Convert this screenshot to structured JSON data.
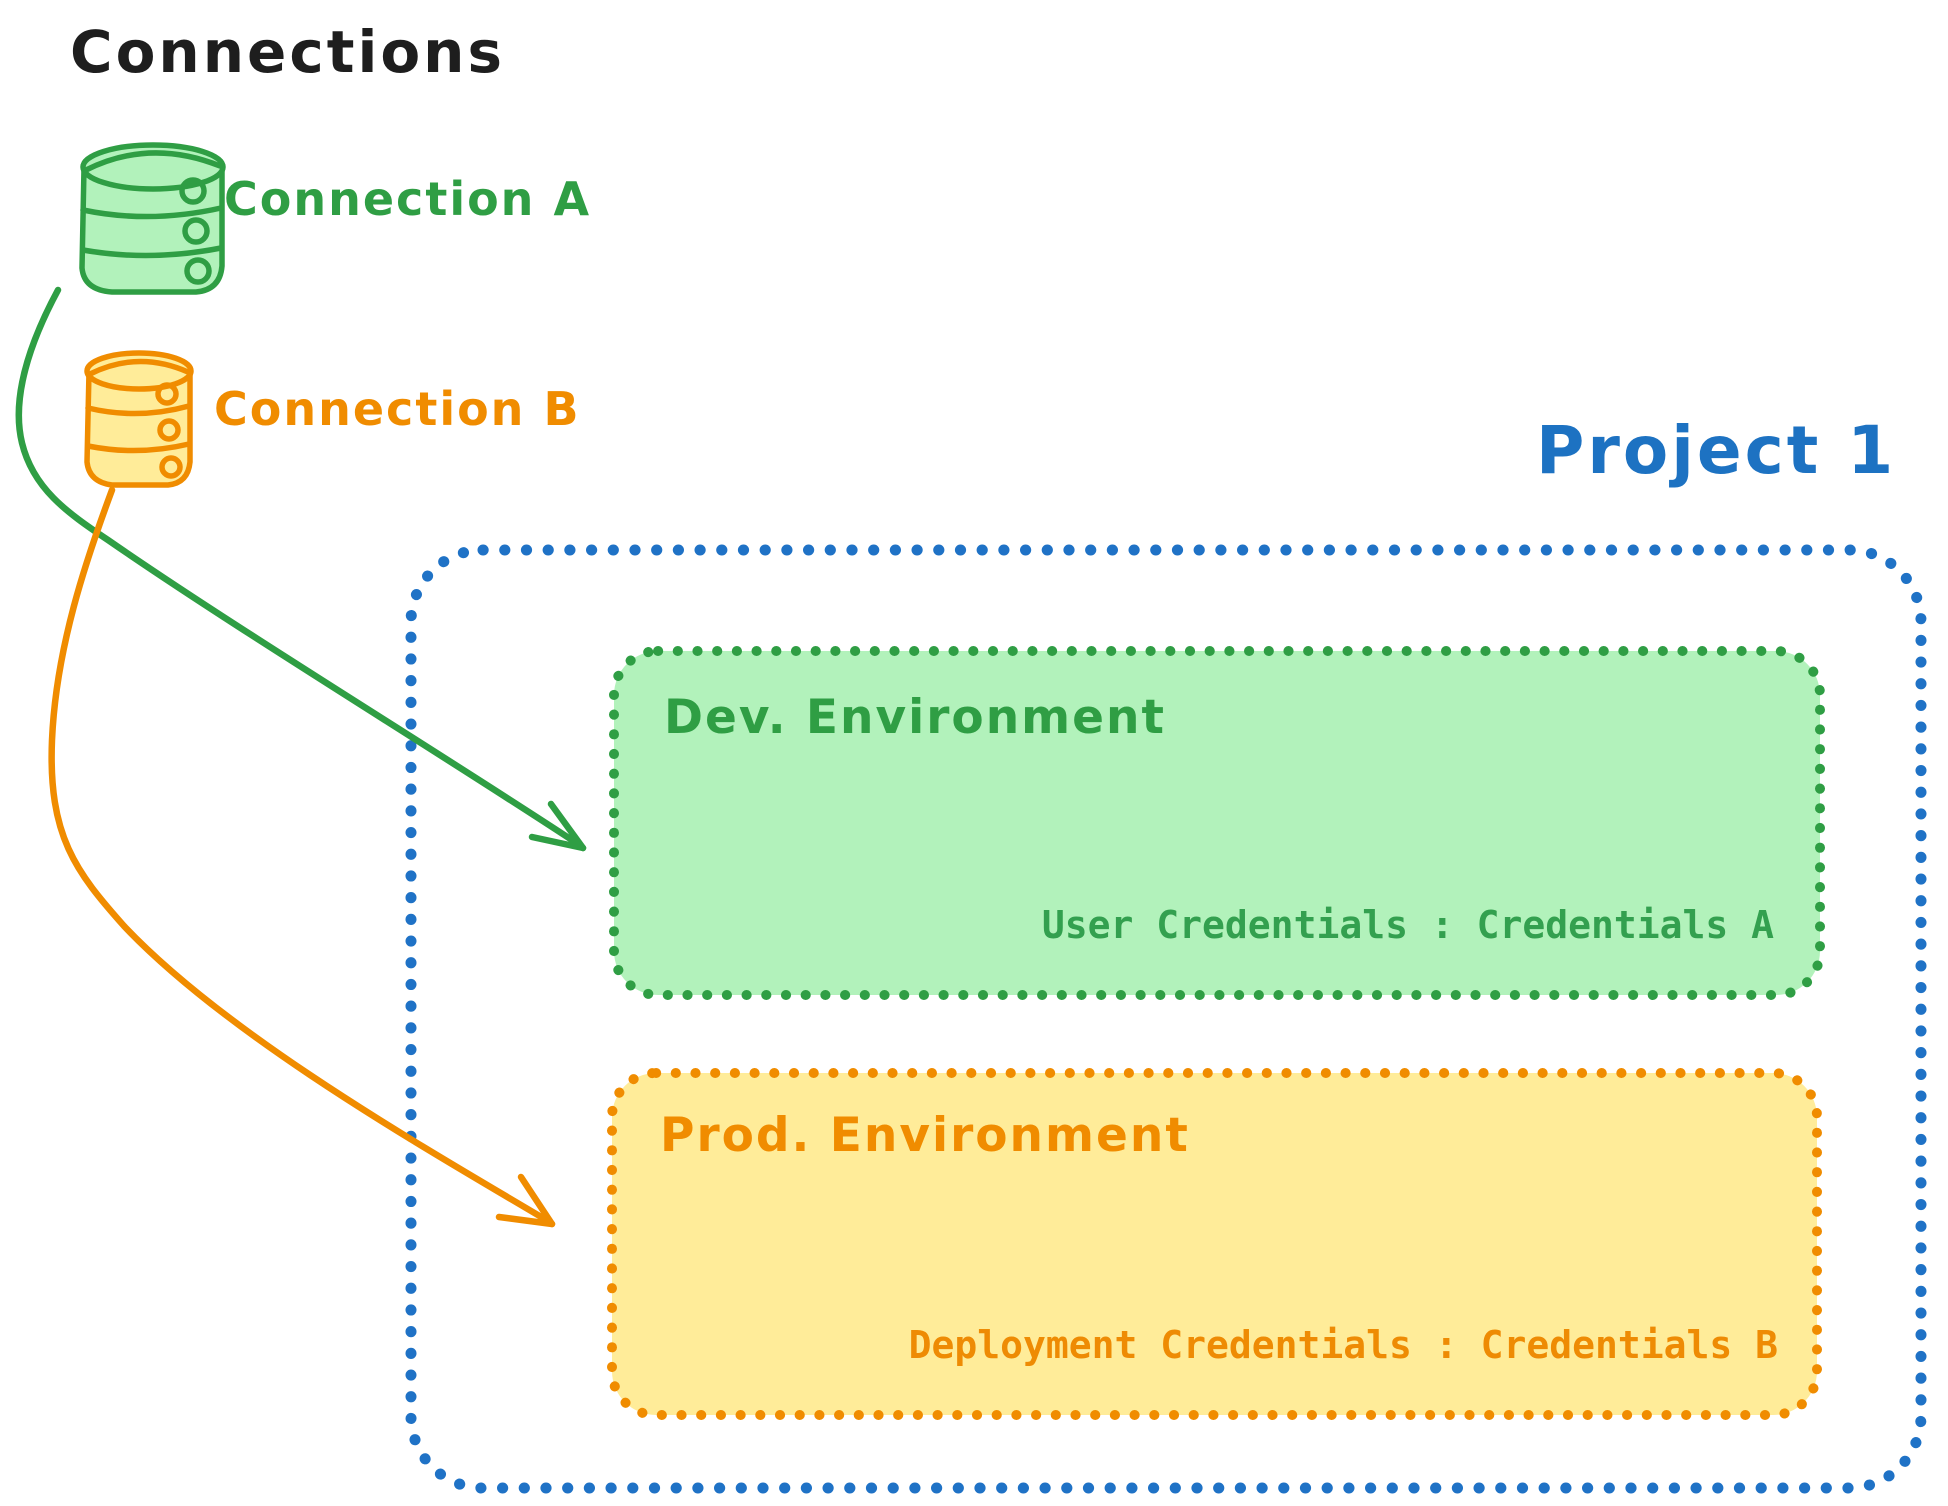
{
  "title": "Connections",
  "connections": [
    {
      "label": "Connection A",
      "icon": "database-icon",
      "color": "#2f9e44",
      "fill": "#b2f2bb"
    },
    {
      "label": "Connection B",
      "icon": "database-icon",
      "color": "#f08c00",
      "fill": "#ffec99"
    }
  ],
  "project": {
    "label": "Project 1",
    "color": "#1d72c2",
    "environments": [
      {
        "name": "Dev. Environment",
        "credentials": "User Credentials : Credentials A",
        "stroke": "#2f9e44",
        "fill": "#b2f2bb"
      },
      {
        "name": "Prod. Environment",
        "credentials": "Deployment Credentials : Credentials B",
        "stroke": "#f08c00",
        "fill": "#ffec99"
      }
    ]
  },
  "arrows": [
    {
      "name": "connection-a-to-dev-environment",
      "color": "#2f9e44"
    },
    {
      "name": "connection-b-to-prod-environment",
      "color": "#f08c00"
    }
  ]
}
